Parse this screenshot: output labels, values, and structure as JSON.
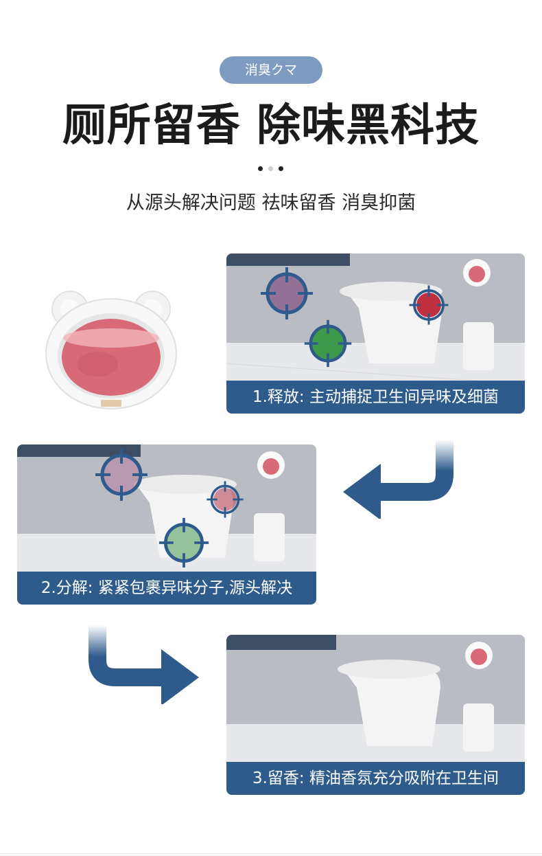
{
  "badge": "消臭クマ",
  "headline": "厕所留香 除味黑科技",
  "subheadline": "从源头解决问题 祛味留香 消臭抑菌",
  "steps": [
    {
      "caption": "1.释放: 主动捕捉卫生间异味及细菌"
    },
    {
      "caption": "2.分解: 紧紧包裹异味分子,源头解决"
    },
    {
      "caption": "3.留香: 精油香氛充分吸附在卫生间"
    }
  ],
  "colors": {
    "accent": "#2e5b8c",
    "badge": "#7e9bc0",
    "gel": "#e07a86"
  },
  "icons": [
    "target-reticle-icon",
    "bacteria-icon",
    "arrow-left-icon",
    "arrow-right-icon"
  ]
}
